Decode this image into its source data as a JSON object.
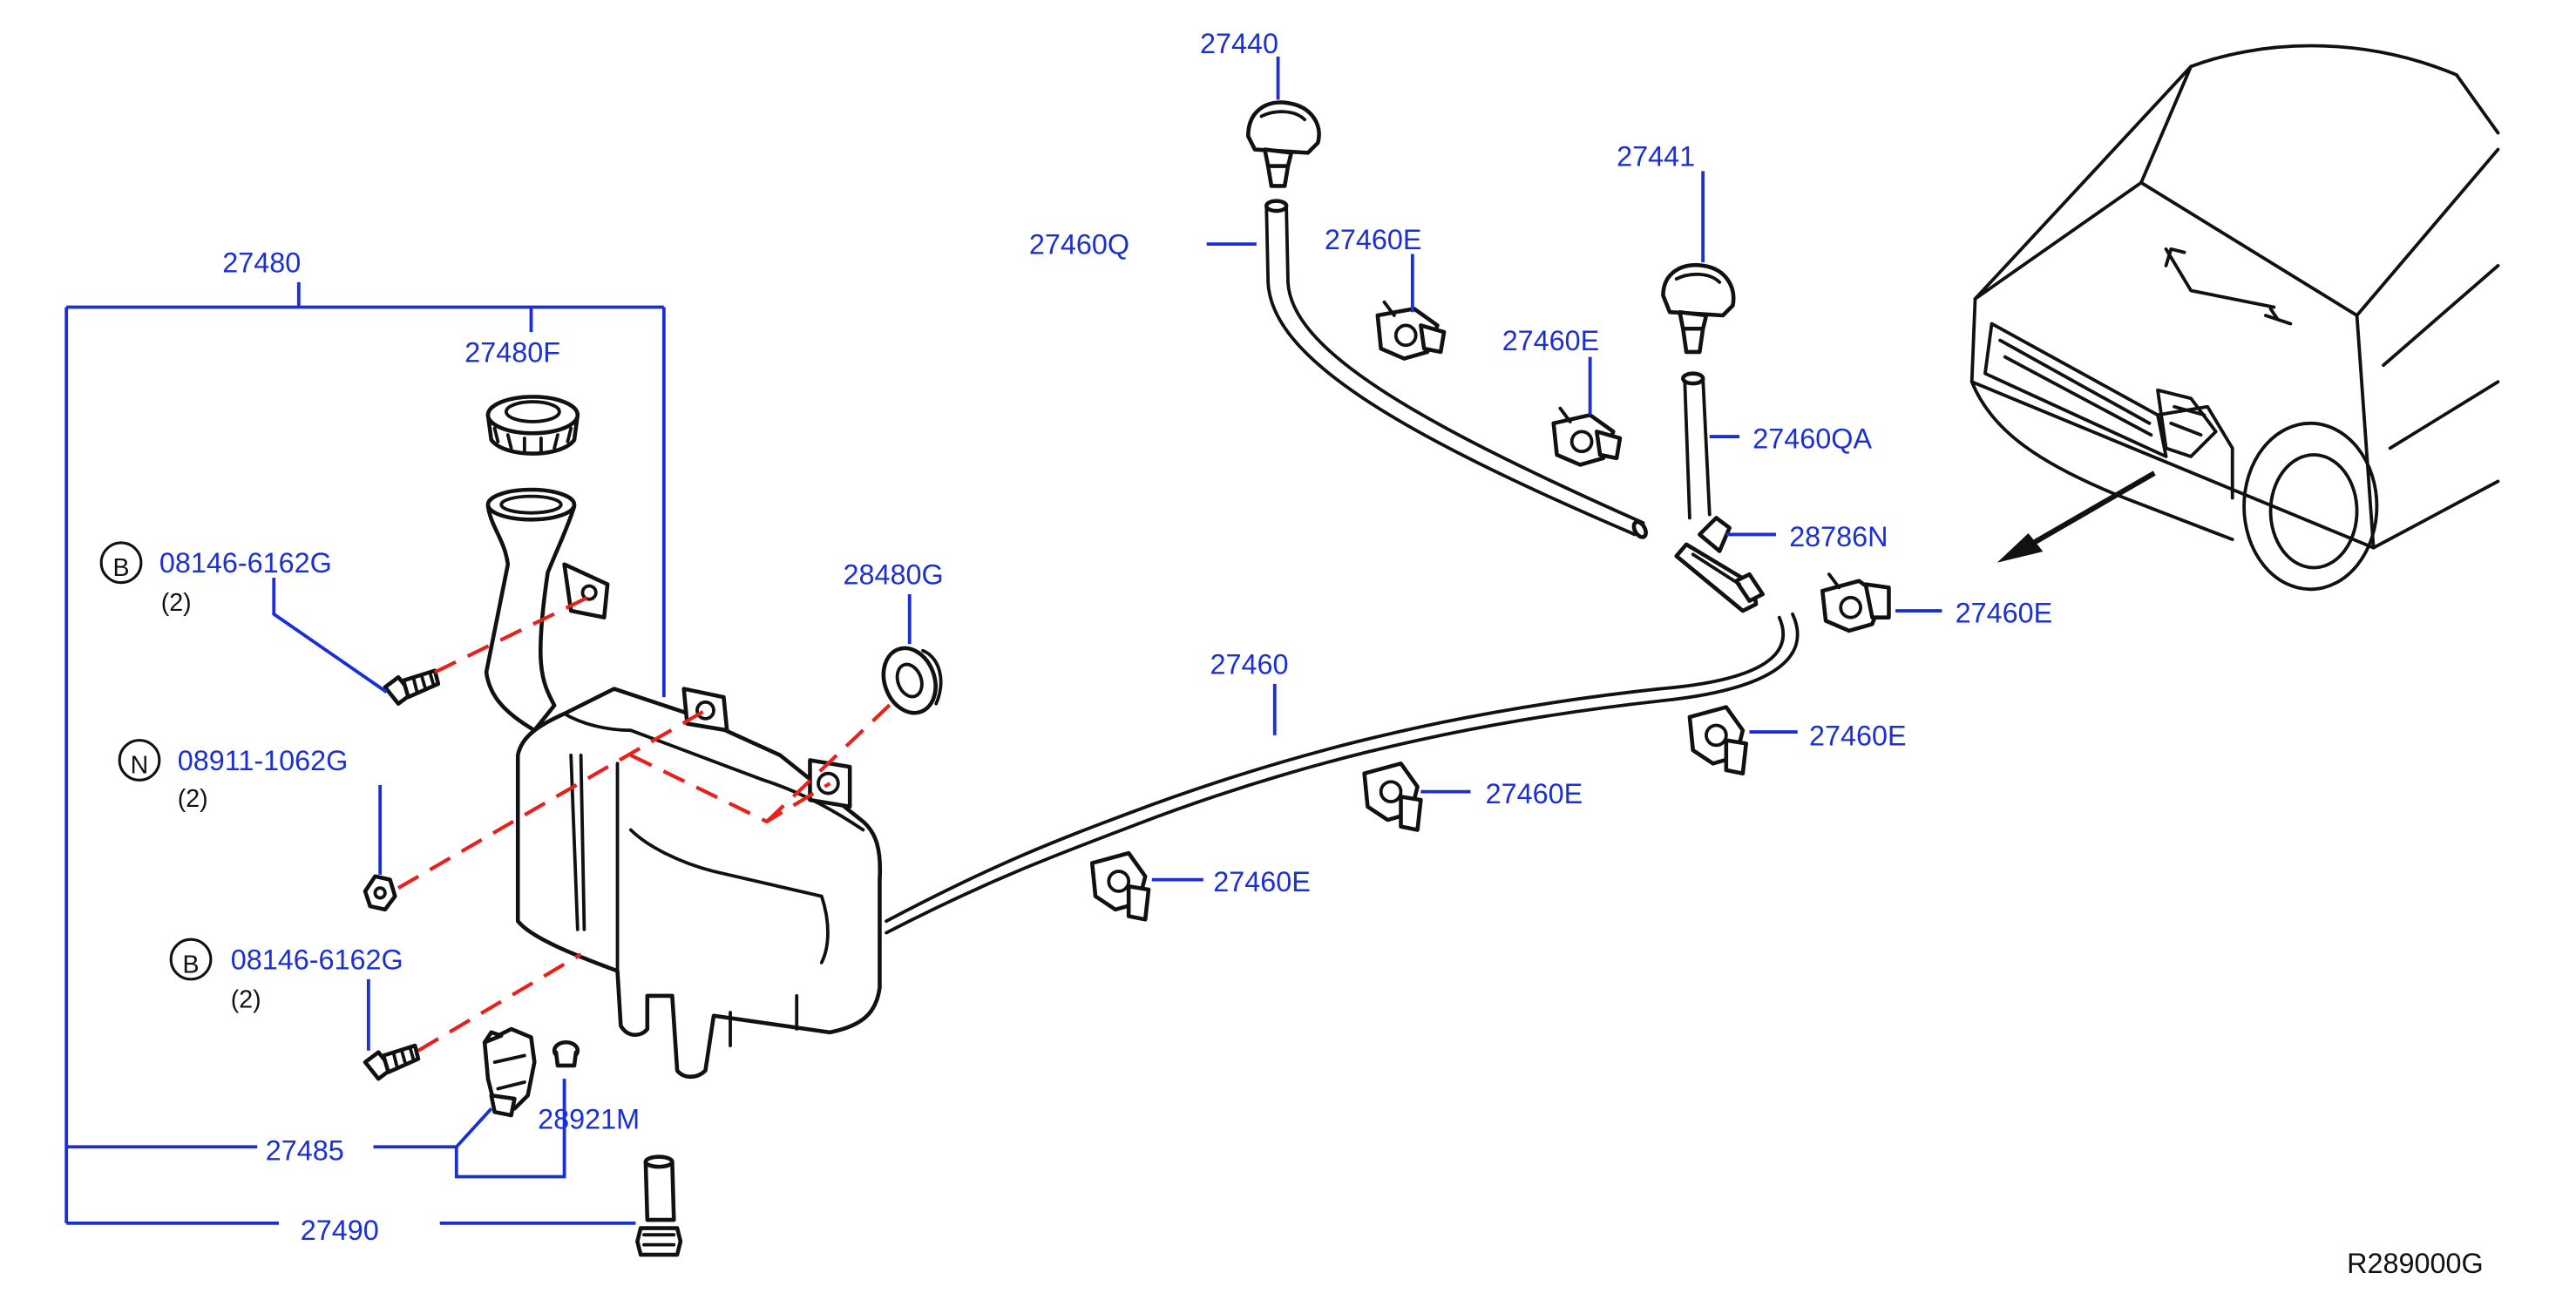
{
  "labels": {
    "p27440": "27440",
    "p27441": "27441",
    "p27460Q": "27460Q",
    "p27460E_a": "27460E",
    "p27460E_b": "27460E",
    "p27460E_c": "27460E",
    "p27460E_d": "27460E",
    "p27460E_e": "27460E",
    "p27460E_f": "27460E",
    "p27460QA": "27460QA",
    "p28786N": "28786N",
    "p27480": "27480",
    "p27480F": "27480F",
    "p28480G": "28480G",
    "p27460": "27460",
    "p28921M": "28921M",
    "p27485": "27485",
    "p27490": "27490",
    "bolt1": "08146-6162G",
    "bolt1_qty": "(2)",
    "nut": "08911-1062G",
    "nut_qty": "(2)",
    "bolt2": "08146-6162G",
    "bolt2_qty": "(2)"
  },
  "badges": {
    "bolt1": "B",
    "nut": "N",
    "bolt2": "B"
  },
  "figure_code": "R289000G",
  "colors": {
    "label": "#1a2fd6",
    "leader": "#1a2fd6",
    "hidden_line": "#e8211d",
    "part_outline": "#111111"
  }
}
